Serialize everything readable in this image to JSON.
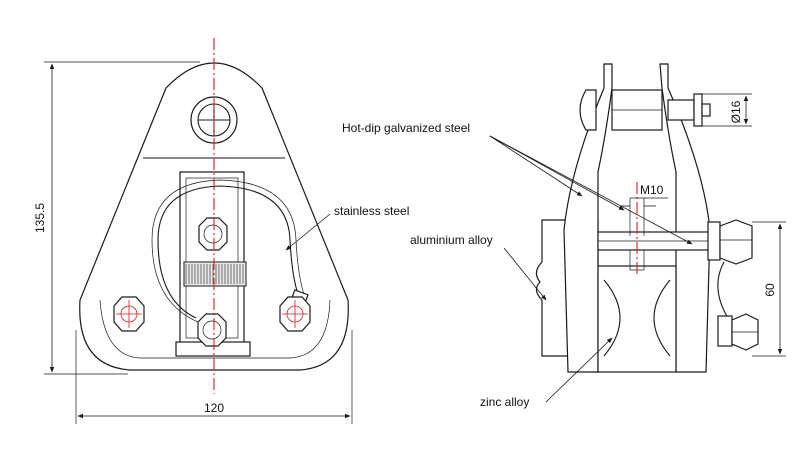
{
  "labels": {
    "hot_dip": "Hot-dip galvanized steel",
    "stainless": "stainless steel",
    "aluminium": "aluminium alloy",
    "zinc": "zinc alloy",
    "thread": "M10"
  },
  "dimensions": {
    "height": "135.5",
    "width": "120",
    "pin_diameter": "Ø16",
    "wheel_height": "60"
  }
}
